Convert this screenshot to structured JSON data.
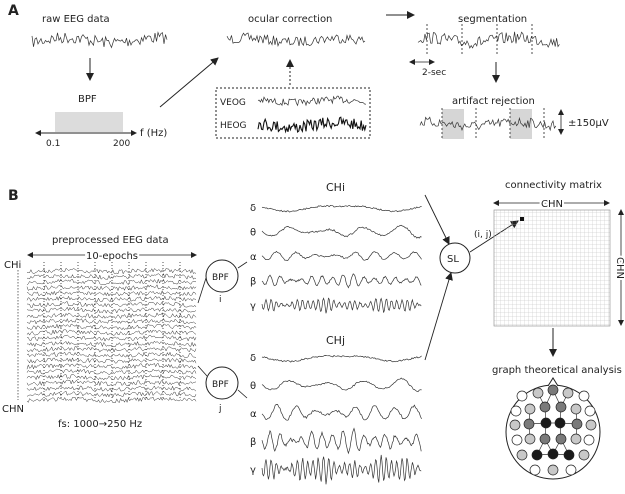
{
  "panel_a": {
    "label": "A",
    "raw_eeg_label": "raw EEG data",
    "bpf_label": "BPF",
    "filter_axis_label": "f (Hz)",
    "filter_low": "0.1",
    "filter_high": "200",
    "ocular_label": "ocular correction",
    "veog_label": "VEOG",
    "heog_label": "HEOG",
    "segmentation_label": "segmentation",
    "segment_length_label": "2-sec",
    "artifact_label": "artifact rejection",
    "amplitude_label": "±150μV"
  },
  "panel_b": {
    "label": "B",
    "preprocessed_label": "preprocessed EEG data",
    "epochs_label": "10-epochs",
    "ch_i_label": "CHi",
    "ch_n_label": "CHN",
    "fs_label": "fs: 1000→250 Hz",
    "bpf_i_label": "BPF",
    "bpf_i_sub": "i",
    "bpf_j_label": "BPF",
    "bpf_j_sub": "j",
    "band_i_title": "CHi",
    "band_j_title": "CHj",
    "bands": [
      "δ",
      "θ",
      "α",
      "β",
      "γ"
    ],
    "sl_label": "SL",
    "pair_label": "(i, j)",
    "connectivity_label": "connectivity matrix",
    "matrix_top_label": "CHN",
    "matrix_side_label": "CHN",
    "graph_label": "graph theoretical analysis"
  }
}
